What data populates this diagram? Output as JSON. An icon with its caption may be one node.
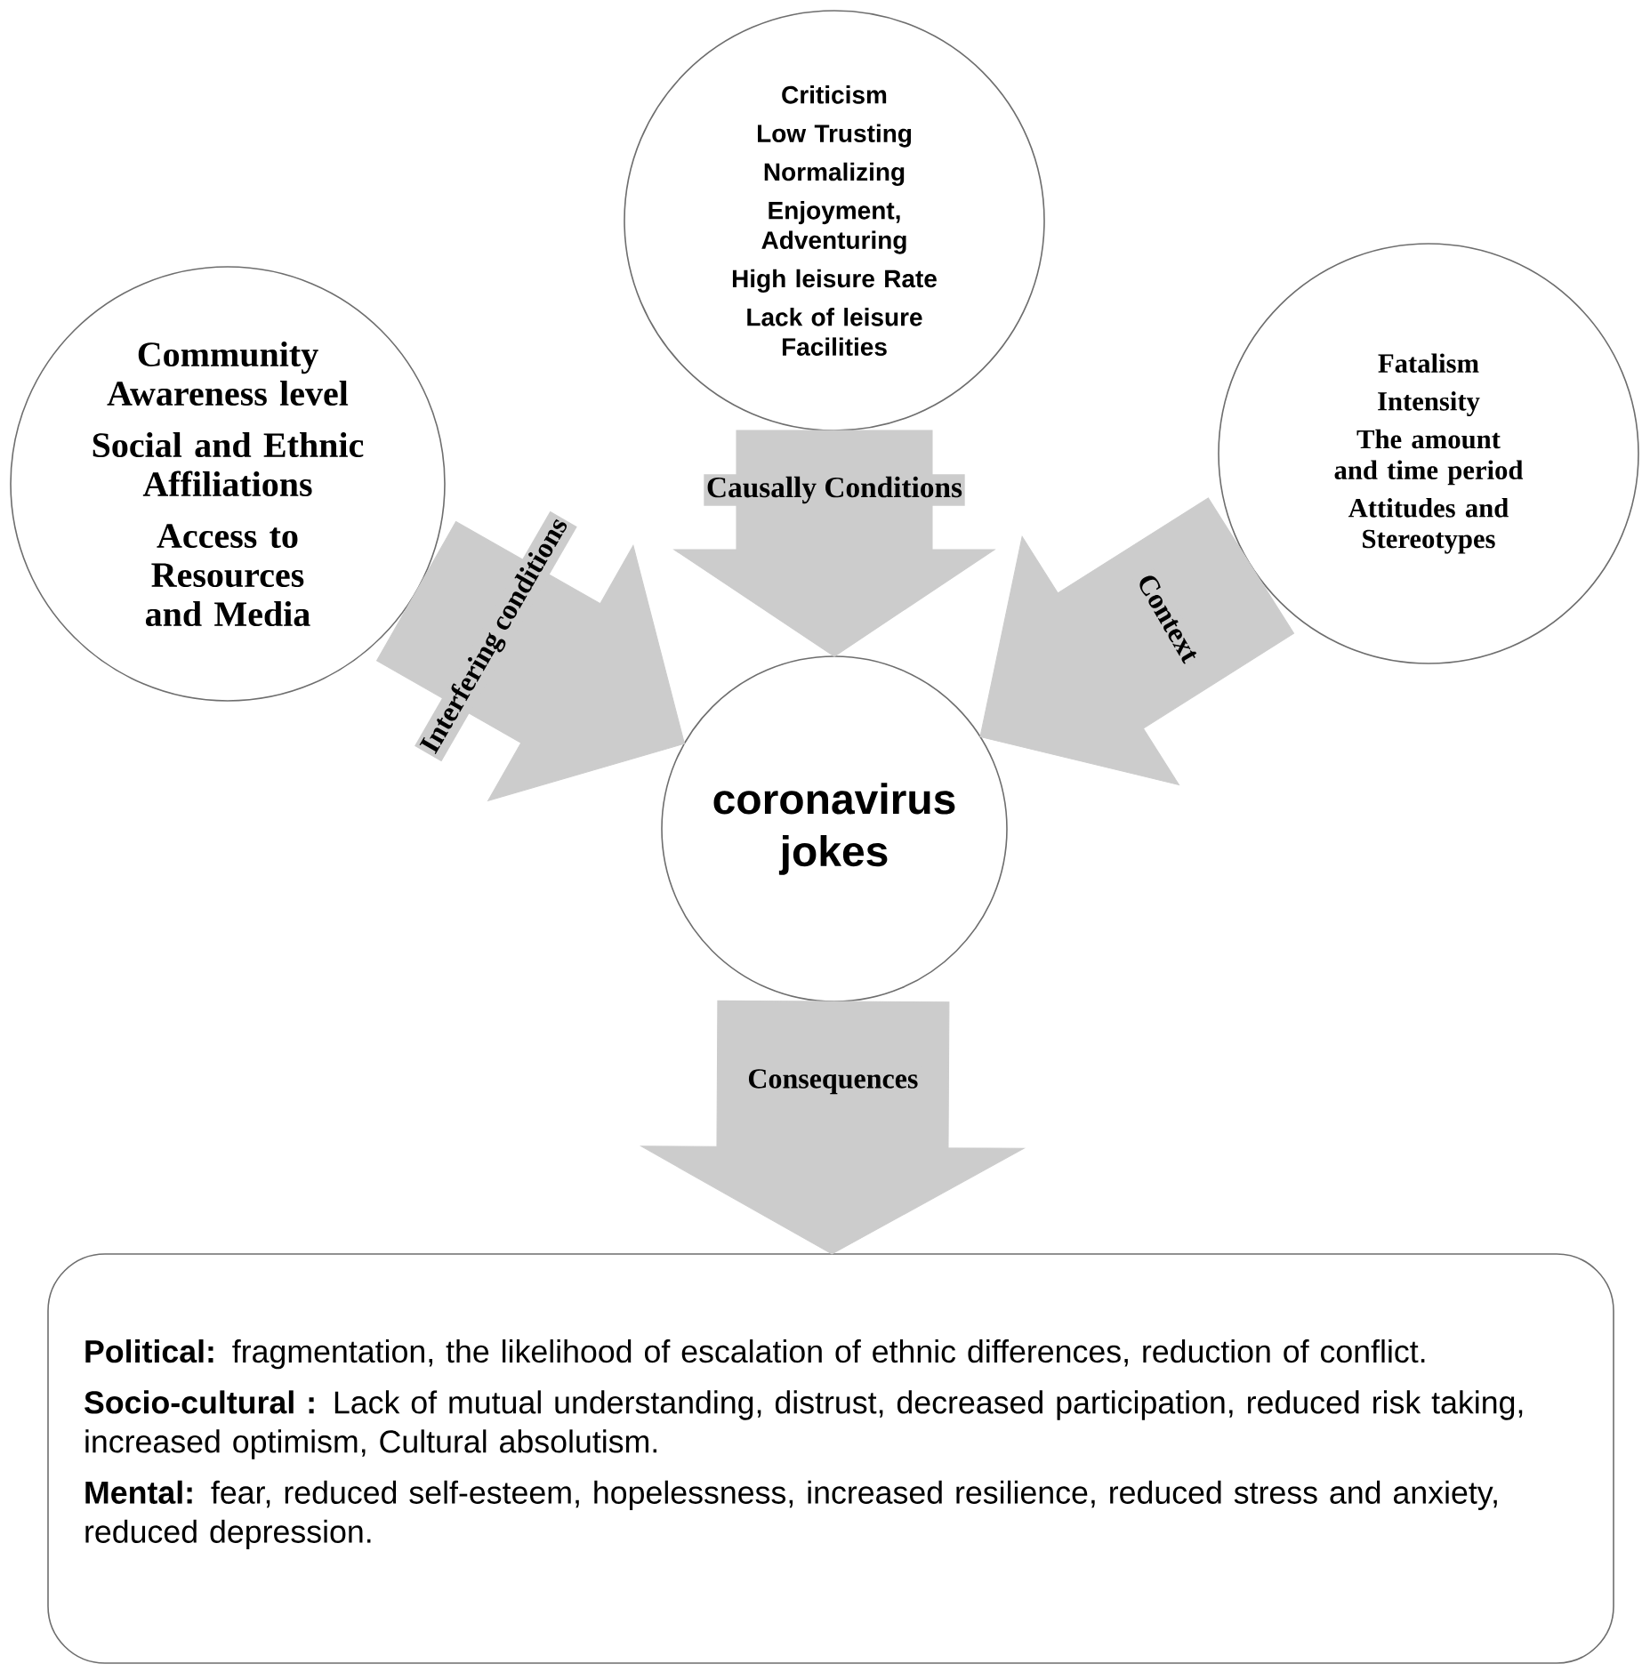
{
  "diagram": {
    "nodes": [
      {
        "text": [
          "Community Awareness level",
          "Social and Ethnic Affiliations",
          "Access to Resources and Media"
        ]
      },
      {
        "text": [
          "Criticism",
          "Low Trusting",
          "Normalizing",
          "Enjoyment, Adventuring",
          "High leisure Rate",
          "Lack of leisure Facilities"
        ]
      },
      {
        "text": [
          "Fatalism",
          "Intensity",
          "The amount and time period",
          "Attitudes and Stereotypes"
        ]
      },
      {
        "text": [
          "coronavirus jokes"
        ]
      },
      {
        "text": [
          "**Political:** fragmentation, the likelihood of escalation of ethnic differences, reduction of conflict.",
          "**Socio-cultural :** Lack of mutual understanding, distrust, decreased participation, reduced risk taking, increased optimism, Cultural absolutism.",
          "**Mental:** fear, reduced self-esteem, hopelessness, increased resilience, reduced stress and anxiety, reduced depression."
        ]
      }
    ],
    "edges": [
      {
        "from": 0,
        "to": 3,
        "arrow": "to",
        "label": "Interfering conditions"
      },
      {
        "from": 1,
        "to": 3,
        "arrow": "to",
        "label": "Causally Conditions"
      },
      {
        "from": 2,
        "to": 3,
        "arrow": "to",
        "label": "Context"
      },
      {
        "from": 3,
        "to": 4,
        "arrow": "to",
        "label": "Consequences"
      }
    ]
  }
}
